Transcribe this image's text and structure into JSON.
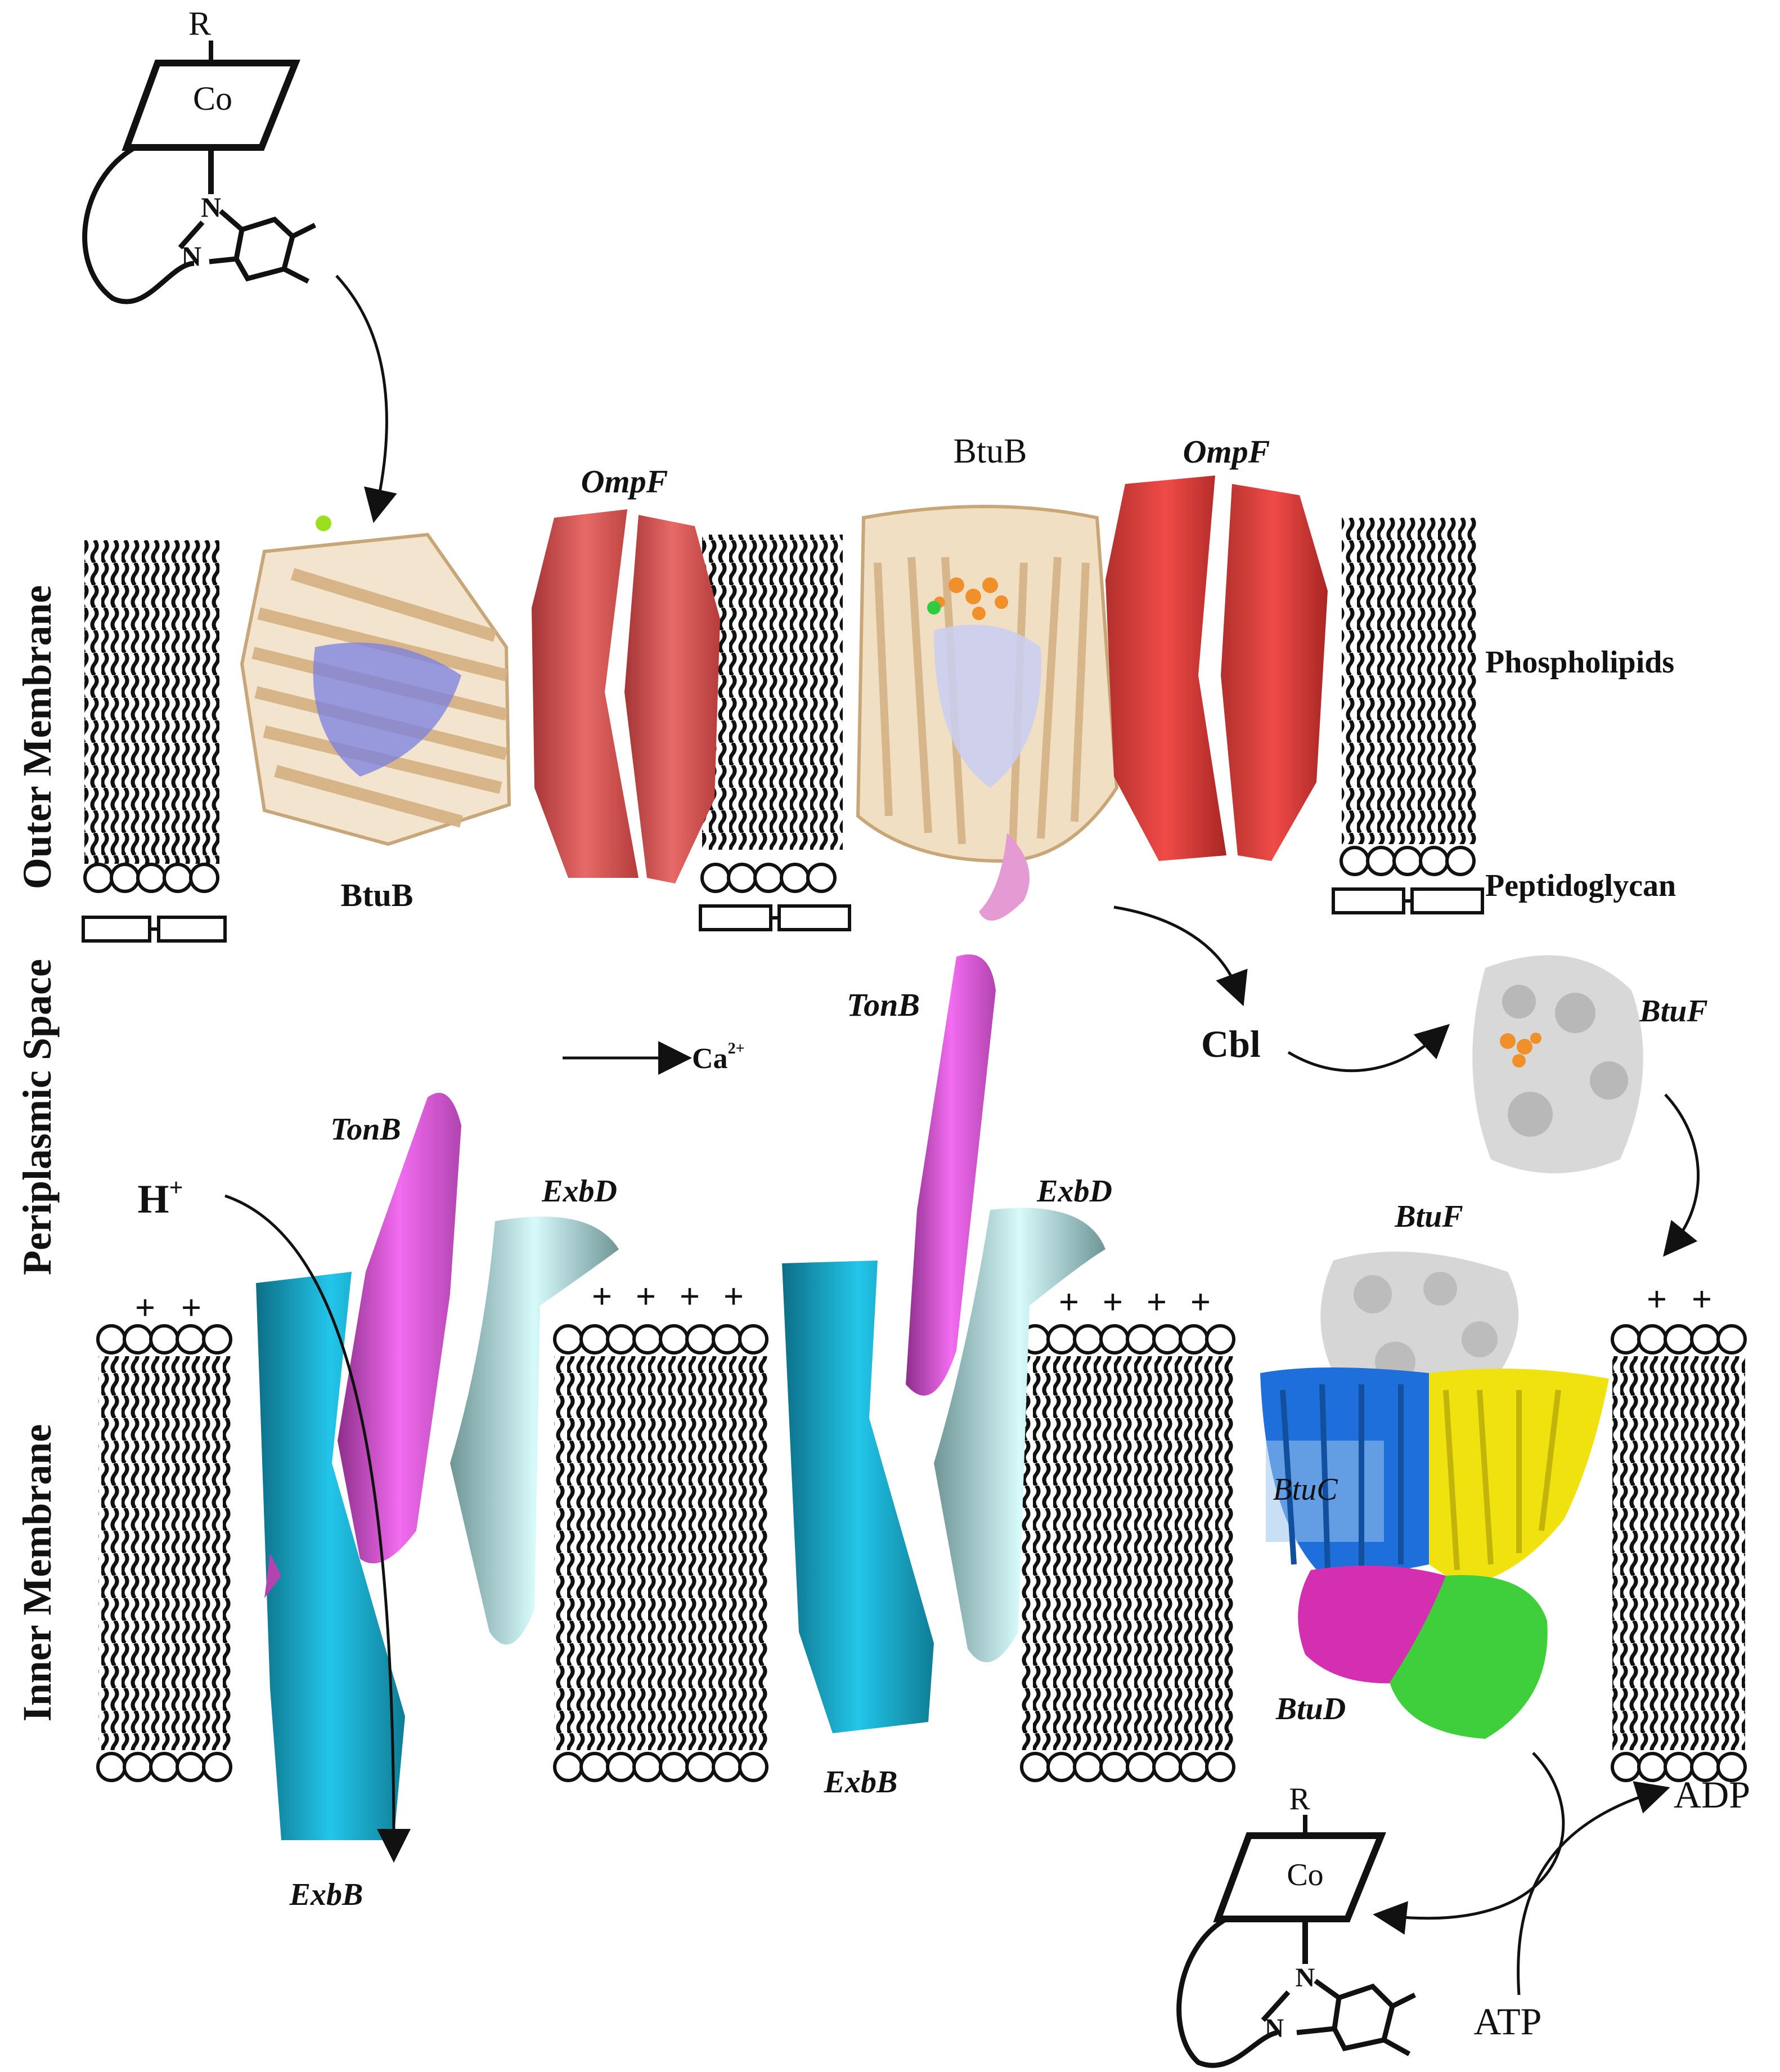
{
  "structure_labels": {
    "r_group": "R",
    "cobalt": "Co",
    "nitrogen": "N"
  },
  "region_labels": {
    "outer_membrane": "Outer Membrane",
    "periplasmic_space": "Periplasmic Space",
    "inner_membrane": "Inner Membrane"
  },
  "protein_labels": {
    "btub_left": "BtuB",
    "btub_top": "BtuB",
    "ompf_left": "OmpF",
    "ompf_right": "OmpF",
    "tonb_center": "TonB",
    "tonb_left": "TonB",
    "exbd_left": "ExbD",
    "exbd_center": "ExbD",
    "exbb_left": "ExbB",
    "exbb_center": "ExbB",
    "btuf_upper": "BtuF",
    "btuf_complex": "BtuF",
    "btuc": "BtuC",
    "btud": "BtuD"
  },
  "other_labels": {
    "phospholipids": "Phospholipids",
    "peptidoglycan": "Peptidoglycan",
    "cbl": "Cbl",
    "calcium": "Ca",
    "calcium_charge": "2+",
    "proton": "H",
    "proton_charge": "+",
    "plus_sign": "+",
    "adp": "ADP",
    "atp": "ATP"
  },
  "colors": {
    "ompf": "#d9514f",
    "btub": "#e2c49a",
    "btub_plug": "#7b7fd6",
    "tonb": "#d85bd6",
    "exbd": "#8fb4b6",
    "exbb": "#1aa7c6",
    "btuc": "#1e6fd9",
    "btuc_yellow": "#f0e20e",
    "btud_magenta": "#d42fb0",
    "btud_green": "#3fcf3a",
    "btuf": "#cfcfcf"
  }
}
